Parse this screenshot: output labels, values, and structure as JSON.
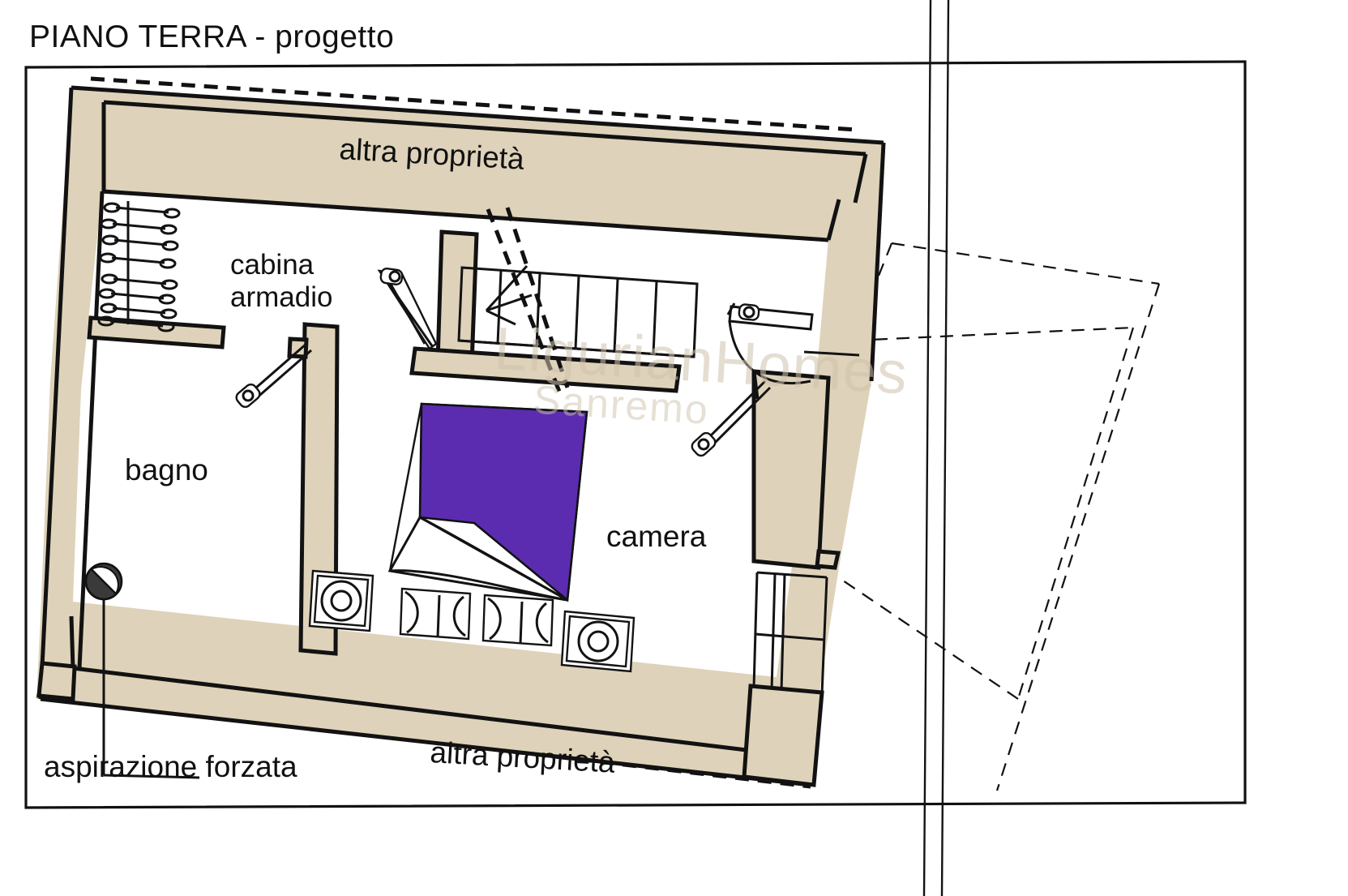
{
  "document": {
    "title": "PIANO TERRA - progetto",
    "kind": "floor-plan"
  },
  "labels": {
    "title": "PIANO TERRA - progetto",
    "bagno": "bagno",
    "cabina_armadio_line1": "cabina",
    "cabina_armadio_line2": "armadio",
    "camera": "camera",
    "altra_proprieta_top": "altra proprietà",
    "altra_proprieta_bottom": "altra proprietà",
    "aspirazione": "aspirazione forzata"
  },
  "watermark": {
    "line1": "LigurianHomes",
    "line2": "Sanremo"
  },
  "colors": {
    "wall_fill": "#ded2ba",
    "outline": "#121212",
    "bed_purple": "#5b2cb0",
    "paper": "#ffffff",
    "watermark": "#cfc3ad"
  },
  "rooms": [
    {
      "name": "bagno",
      "label": "bagno"
    },
    {
      "name": "cabina-armadio",
      "label": "cabina armadio"
    },
    {
      "name": "camera",
      "label": "camera"
    }
  ],
  "annotations": [
    {
      "name": "altra-proprieta-top",
      "text": "altra proprietà"
    },
    {
      "name": "altra-proprieta-bottom",
      "text": "altra proprietà"
    },
    {
      "name": "aspirazione-forzata",
      "text": "aspirazione forzata"
    }
  ],
  "symbols": [
    {
      "name": "door-swing",
      "count": 4
    },
    {
      "name": "staircase",
      "count": 1
    },
    {
      "name": "clothes-hanger",
      "count": 8
    },
    {
      "name": "bed-double",
      "count": 1
    },
    {
      "name": "pillow",
      "count": 2
    },
    {
      "name": "nightstand",
      "count": 2
    },
    {
      "name": "exhaust-vent",
      "count": 1
    }
  ]
}
